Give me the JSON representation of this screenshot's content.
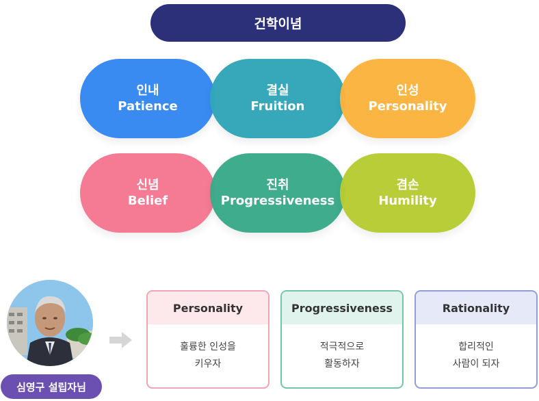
{
  "header": {
    "title": "건학이념"
  },
  "values": [
    {
      "ko": "인내",
      "en": "Patience",
      "color": "#3388f2"
    },
    {
      "ko": "결실",
      "en": "Fruition",
      "color": "#31a6b8"
    },
    {
      "ko": "인성",
      "en": "Personality",
      "color": "#fbb33d"
    },
    {
      "ko": "신념",
      "en": "Belief",
      "color": "#f47790"
    },
    {
      "ko": "진취",
      "en": "Progressiveness",
      "color": "#3aaa8b"
    },
    {
      "ko": "겸손",
      "en": "Humility",
      "color": "#b6cc32"
    }
  ],
  "founder": {
    "name": "심영구 설립자님"
  },
  "cards": [
    {
      "title": "Personality",
      "line1": "훌륭한 인성을",
      "line2": "키우자",
      "border": "#f0a4b4",
      "head_bg": "#fde8ec"
    },
    {
      "title": "Progressiveness",
      "line1": "적극적으로",
      "line2": "활동하자",
      "border": "#71c6a8",
      "head_bg": "#e0f3ec"
    },
    {
      "title": "Rationality",
      "line1": "합리적인",
      "line2": "사람이 되자",
      "border": "#8d9ddc",
      "head_bg": "#e5e9f8"
    }
  ]
}
